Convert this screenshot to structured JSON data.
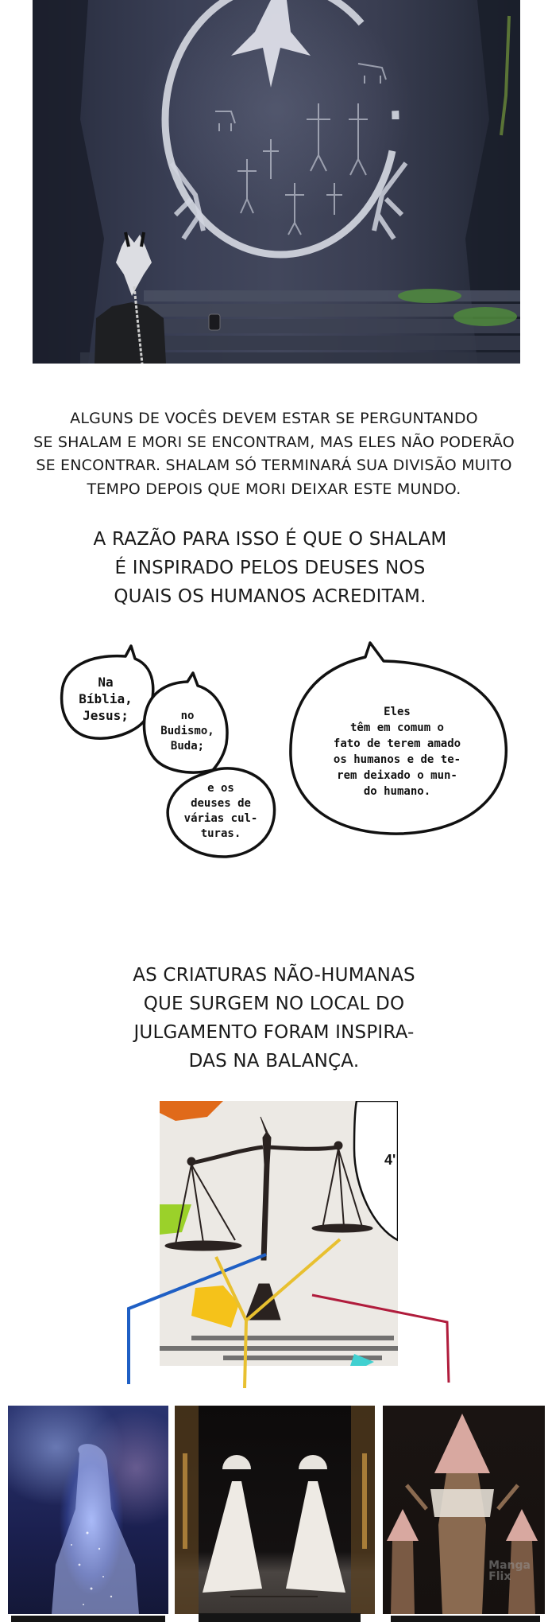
{
  "page": {
    "type": "webtoon-reader-strip",
    "background": "#ffffff"
  },
  "panels": {
    "cave": {
      "description": "Character with white hair and dark coat facing a giant cave-painting mural of a winged figure within a ring on a dark blue stone wall, stone steps below",
      "colors": {
        "stone": "#3a3f55",
        "mural": "#d8dce6",
        "moss": "#5a8a3a"
      }
    },
    "scale": {
      "description": "Illustration of a balance scale with colored connector lines",
      "label_fragment": "4'",
      "line_colors": {
        "blue": "#1f5fc4",
        "yellow": "#e8c030",
        "red": "#b01c3c"
      }
    }
  },
  "narration": {
    "block1": {
      "lines": [
        "ALGUNS DE VOCÊS DEVEM ESTAR SE PERGUNTANDO",
        "SE SHALAM E MORI SE ENCONTRAM, MAS ELES NÃO PODERÃO",
        "SE ENCONTRAR. SHALAM SÓ TERMINARÁ SUA DIVISÃO MUITO",
        "TEMPO DEPOIS QUE MORI DEIXAR ESTE MUNDO."
      ]
    },
    "block2": {
      "lines": [
        "A RAZÃO PARA ISSO É QUE O SHALAM",
        "É INSPIRADO PELOS DEUSES NOS",
        "QUAIS OS HUMANOS ACREDITAM."
      ]
    },
    "block3": {
      "lines": [
        "AS CRIATURAS NÃO-HUMANAS",
        "QUE SURGEM NO LOCAL DO",
        "JULGAMENTO FORAM INSPIRA-",
        "DAS NA BALANÇA."
      ]
    }
  },
  "bubbles": {
    "bible": {
      "lines": [
        "Na",
        "Bíblia,",
        "Jesus;"
      ]
    },
    "buddhism": {
      "lines": [
        "no",
        "Budismo,",
        "Buda;"
      ]
    },
    "cultures": {
      "lines": [
        "e os",
        "deuses de",
        "várias cul-",
        "turas."
      ]
    },
    "common": {
      "lines": [
        "Eles",
        "têm em comum o",
        "fato de terem amado",
        "os humanos e de te-",
        "rem deixado o mun-",
        "do humano."
      ]
    }
  },
  "gallery": {
    "images": [
      {
        "id": "cosmic-figure",
        "description": "Glowing cosmic hooded figure made of nebula light"
      },
      {
        "id": "robed-figures",
        "description": "Two white-robed figures with fan-shaped heads flanking a corridor"
      },
      {
        "id": "pyramid-creatures",
        "description": "Creatures with pyramid-shaped heads and raised hands"
      }
    ],
    "watermark": {
      "line1": "Manga",
      "line2": "Flix"
    }
  }
}
